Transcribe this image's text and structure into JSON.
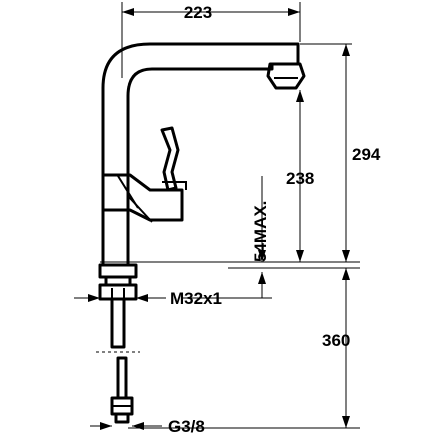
{
  "drawing": {
    "dimensions": {
      "width_223": "223",
      "height_294": "294",
      "height_238": "238",
      "max_54": "54MAX.",
      "height_360": "360"
    },
    "callouts": {
      "thread": "M32x1",
      "connector": "G3/8"
    }
  }
}
